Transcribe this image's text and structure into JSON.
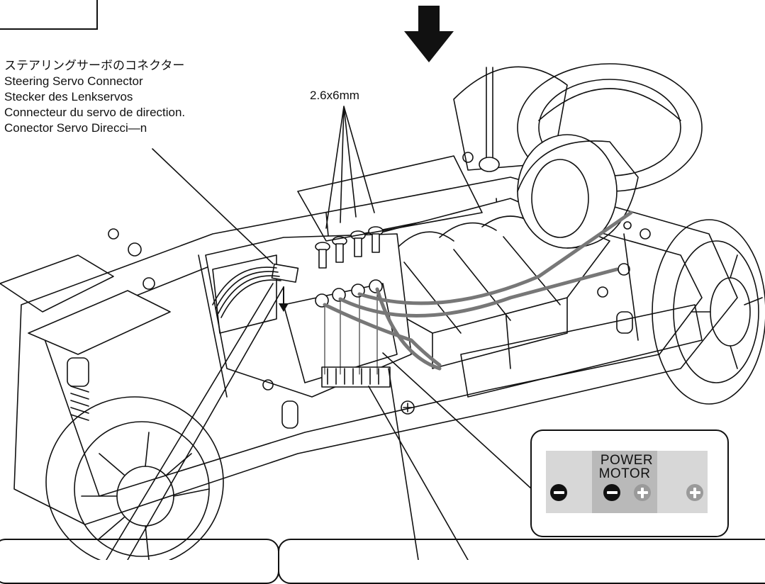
{
  "callout": {
    "jp": "ステアリングサーボのコネクター",
    "en": "Steering Servo Connector",
    "de": "Stecker des Lenkservos",
    "fr": "Connecteur du servo de direction.",
    "es": "Conector Servo Direcci—n"
  },
  "screw_label": "2.6x6mm",
  "power_panel": {
    "power_label": "POWER",
    "motor_label": "MOTOR",
    "terminals": [
      "minus",
      "minus",
      "plus",
      "plus"
    ]
  },
  "colors": {
    "power_panel_background": "#d7d7d7",
    "motor_zone_background": "#b9b9b9",
    "minus_terminal": "#111111",
    "plus_terminal": "#9a9a9a",
    "motor_wire": "#777777"
  }
}
